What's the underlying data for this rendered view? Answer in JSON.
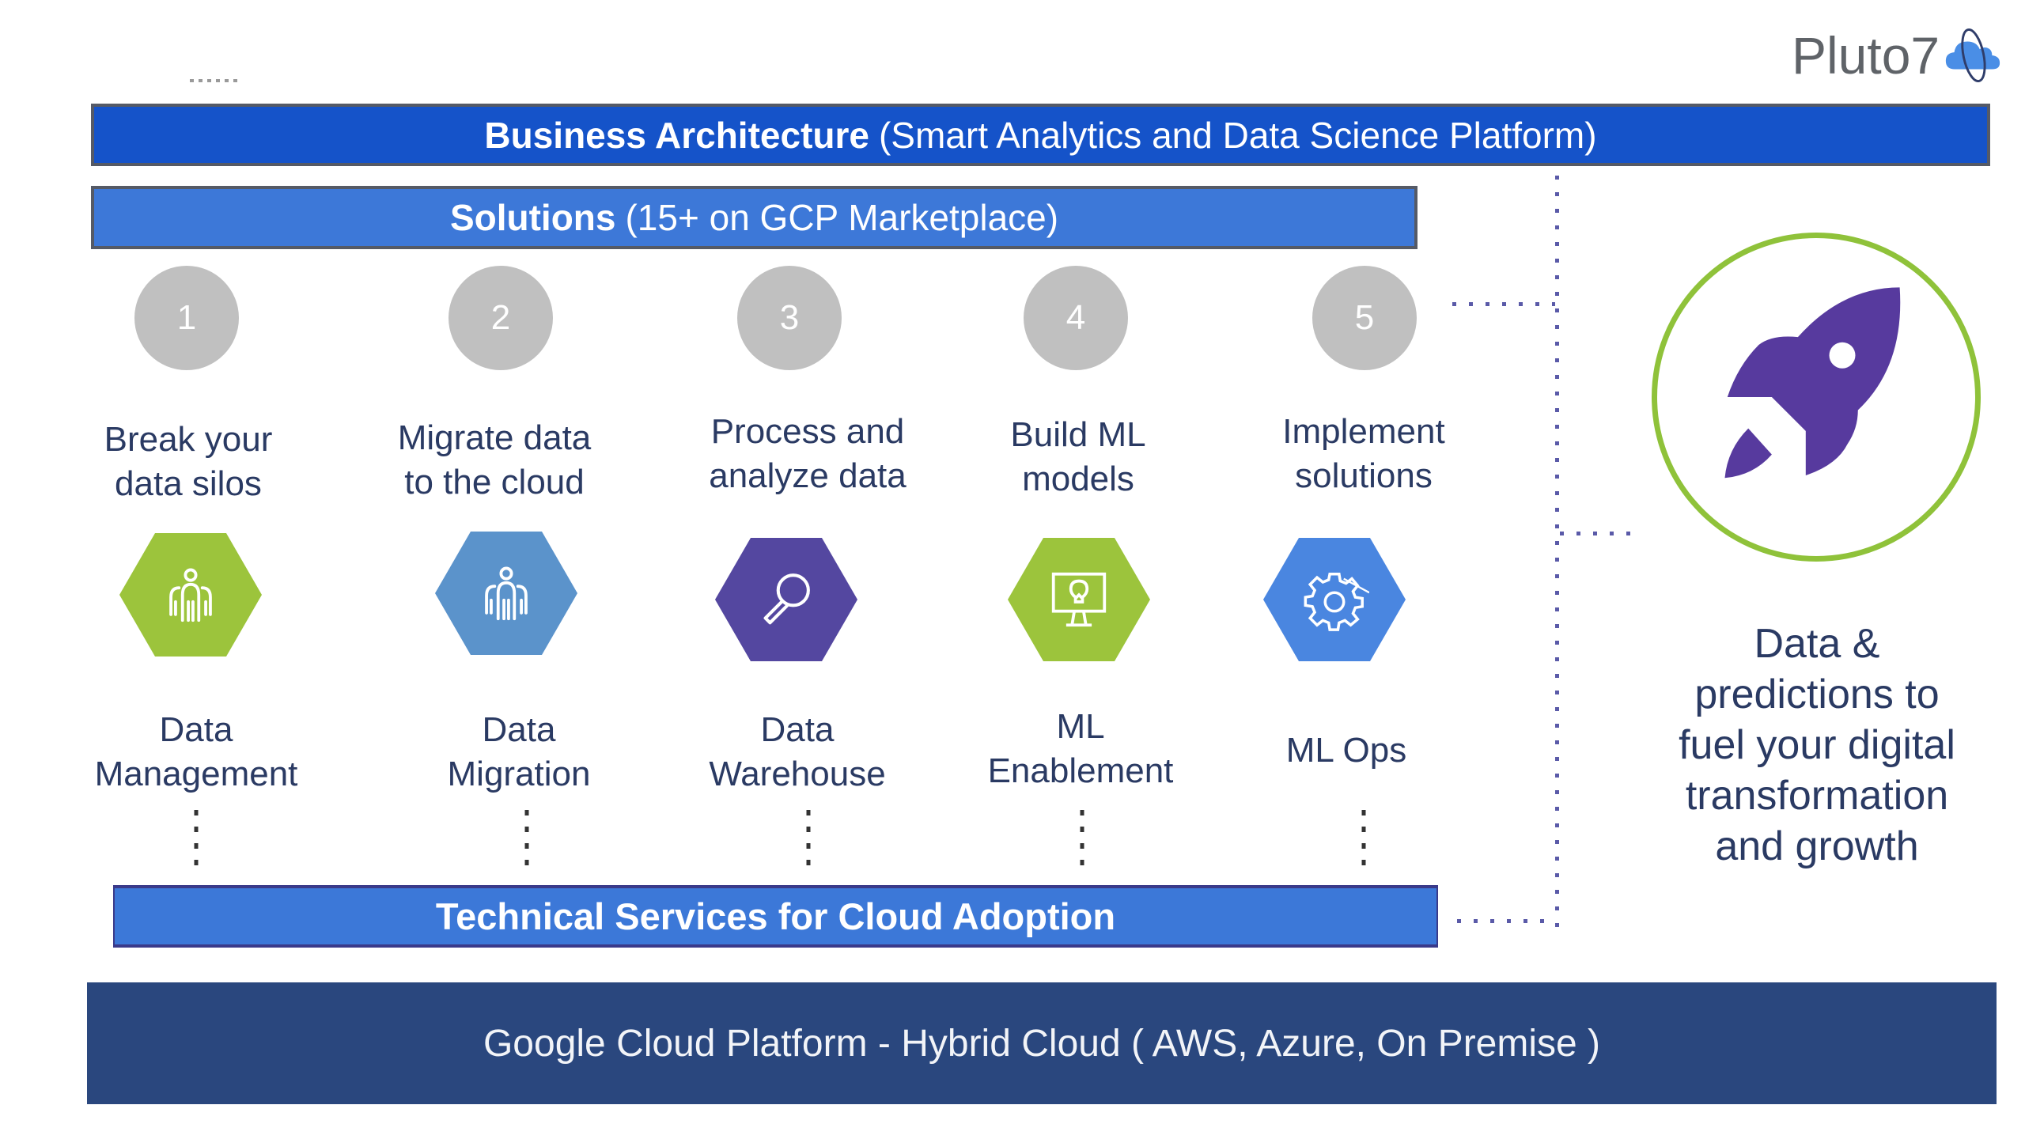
{
  "logo": {
    "text": "Pluto7",
    "icon": "cloud-orbit-icon"
  },
  "business_architecture": {
    "title": "Business Architecture",
    "subtitle": "(Smart Analytics and Data Science Platform)"
  },
  "solutions": {
    "title": "Solutions",
    "subtitle": "(15+ on GCP Marketplace)"
  },
  "steps": [
    {
      "number": "1",
      "task": [
        "Break your",
        "data silos"
      ],
      "service": [
        "Data",
        "Management"
      ],
      "icon": "people-network-icon",
      "color": "#9cc43c"
    },
    {
      "number": "2",
      "task": [
        "Migrate data",
        "to the cloud"
      ],
      "service": [
        "Data",
        "Migration"
      ],
      "icon": "people-network-icon",
      "color": "#5b93cb"
    },
    {
      "number": "3",
      "task": [
        "Process and",
        "analyze data"
      ],
      "service": [
        "Data",
        "Warehouse"
      ],
      "icon": "magnifier-icon",
      "color": "#5447a0"
    },
    {
      "number": "4",
      "task": [
        "Build ML",
        "models"
      ],
      "service": [
        "ML",
        "Enablement"
      ],
      "icon": "monitor-lightbulb-icon",
      "color": "#9cc43c"
    },
    {
      "number": "5",
      "task": [
        "Implement",
        "solutions"
      ],
      "service": [
        "ML Ops"
      ],
      "icon": "gear-icon",
      "color": "#4a86e0"
    }
  ],
  "technical_services": {
    "title": "Technical Services for Cloud Adoption"
  },
  "platform": {
    "title": "Google Cloud Platform - Hybrid Cloud ( AWS, Azure, On Premise )"
  },
  "outcome": {
    "icon": "rocket-icon",
    "lines": [
      "Data &",
      "predictions to",
      "fuel your digital",
      "transformation",
      "and growth"
    ]
  },
  "colors": {
    "business_bar": "#1553c9",
    "solutions_bar": "#3d78d8",
    "tech_bar": "#3c78d8",
    "platform_bar": "#2a477e",
    "rocket": "#573a9e",
    "rocket_ring": "#8fc23a",
    "step_circle": "#c0c0c0",
    "text": "#2a3a63"
  }
}
